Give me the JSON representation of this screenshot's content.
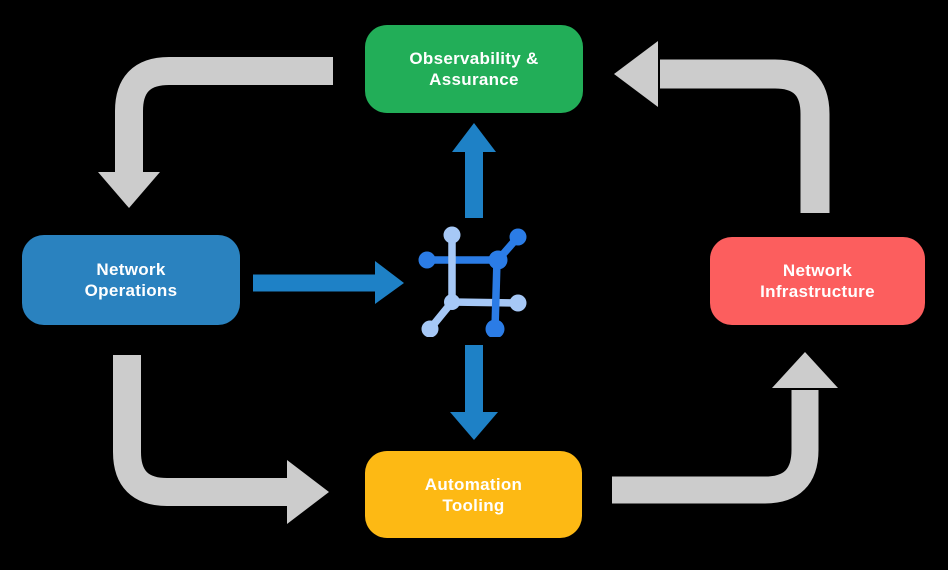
{
  "colors": {
    "background": "#000000",
    "green": "#22ae58",
    "blue": "#2a82bf",
    "red": "#fc5e5e",
    "yellow": "#fdb914",
    "gray-arrow": "#cccccc",
    "blue-arrow": "#1e81c6",
    "icon-dark-blue": "#2b7ce6",
    "icon-light-blue": "#a6c8f6",
    "text": "#ffffff"
  },
  "diagram": {
    "type": "cycle-diagram",
    "nodes": {
      "top": {
        "lines": [
          "Observability &",
          "Assurance"
        ],
        "color": "#22ae58"
      },
      "left": {
        "lines": [
          "Network",
          "Operations"
        ],
        "color": "#2a82bf"
      },
      "right": {
        "lines": [
          "Network",
          "Infrastructure"
        ],
        "color": "#fc5e5e"
      },
      "bottom": {
        "lines": [
          "Automation",
          "Tooling"
        ],
        "color": "#fdb914"
      }
    },
    "center_icon": "network-automation-icon",
    "flows": [
      "Observability & Assurance -> Network Operations",
      "Network Operations -> Automation Tooling",
      "Automation Tooling -> Network Infrastructure",
      "Network Infrastructure -> Observability & Assurance",
      "Network Operations -> center icon",
      "center icon -> Observability & Assurance",
      "center icon -> Automation Tooling"
    ]
  }
}
